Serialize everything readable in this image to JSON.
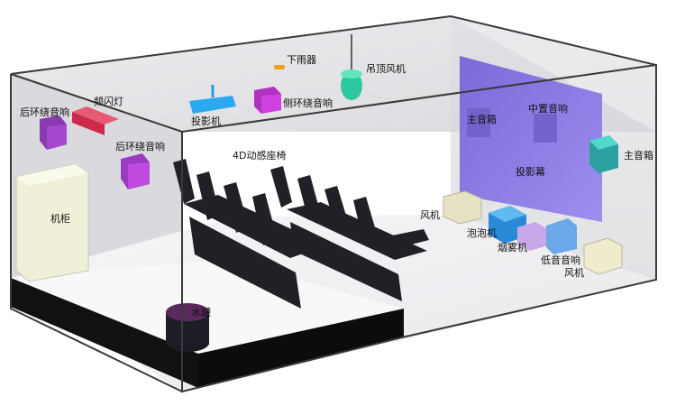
{
  "labels": {
    "rear_surround_left": "后环绕音响",
    "strobe_light": "频闪灯",
    "projector": "投影机",
    "rain": "下雨器",
    "side_surround": "侧环绕音响",
    "ceiling_fan": "吊顶风机",
    "rear_surround_right": "后环绕音响",
    "seats_4d": "4D动感座椅",
    "cabinet": "机柜",
    "water_tank": "水罐",
    "main_speaker_left": "主音箱",
    "center_speaker": "中置音响",
    "main_speaker_right": "主音箱",
    "screen": "投影幕",
    "fan_left": "风机",
    "bubble_machine": "泡泡机",
    "smoke_machine": "烟雾机",
    "subwoofer": "低音音响",
    "fan_right": "风机"
  }
}
